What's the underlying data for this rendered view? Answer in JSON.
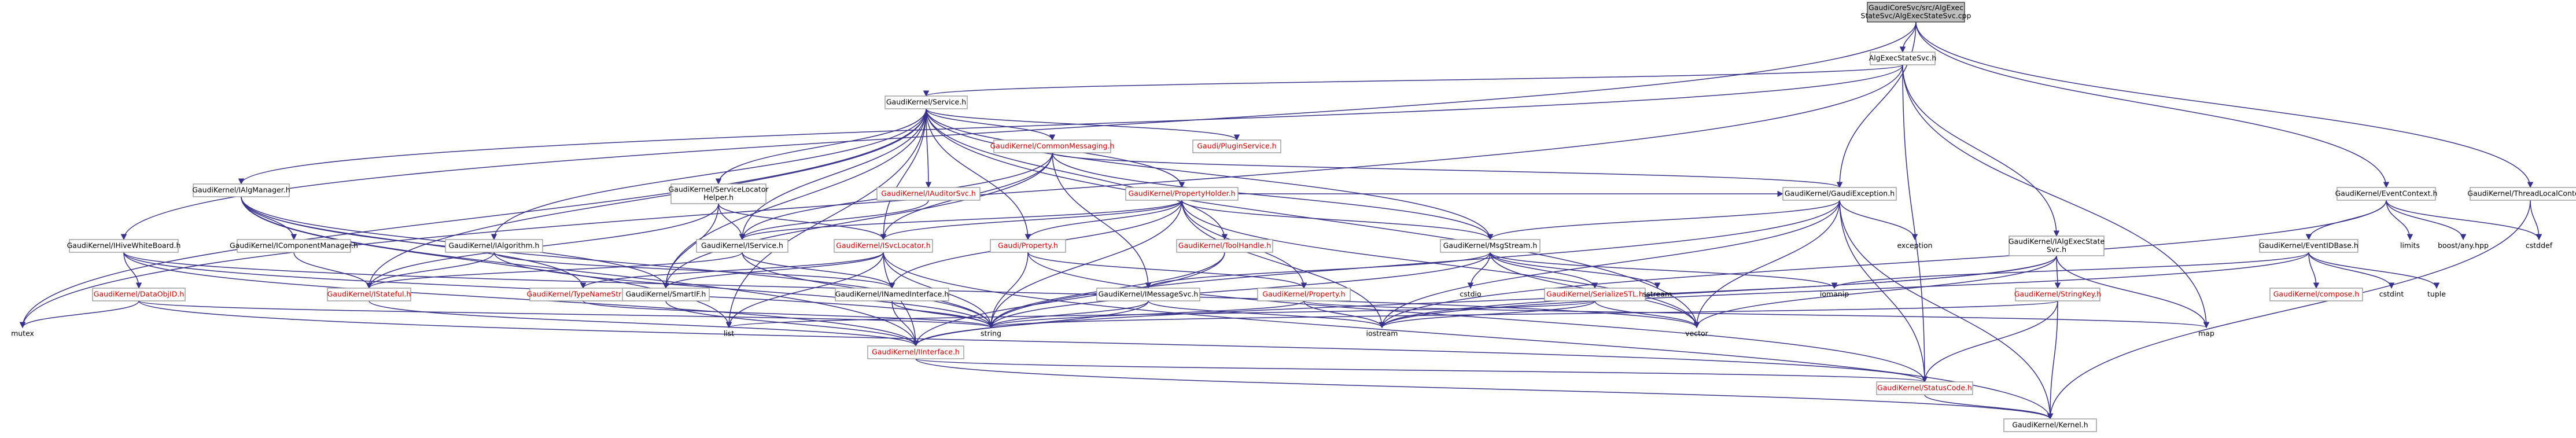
{
  "nodes": [
    {
      "id": "root",
      "lines": [
        "GaudiCoreSvc/src/AlgExec",
        "StateSvc/AlgExecStateSvc.cpp"
      ],
      "style": "root"
    },
    {
      "id": "algexec",
      "lines": [
        "AlgExecStateSvc.h"
      ],
      "style": "plain"
    },
    {
      "id": "service",
      "lines": [
        "GaudiKernel/Service.h"
      ],
      "style": "plain"
    },
    {
      "id": "commonmsg",
      "lines": [
        "GaudiKernel/CommonMessaging.h"
      ],
      "style": "red"
    },
    {
      "id": "pluginsvc",
      "lines": [
        "Gaudi/PluginService.h"
      ],
      "style": "red"
    },
    {
      "id": "ialgmgr",
      "lines": [
        "GaudiKernel/IAlgManager.h"
      ],
      "style": "plain"
    },
    {
      "id": "svclochelper",
      "lines": [
        "GaudiKernel/ServiceLocator",
        "Helper.h"
      ],
      "style": "plain"
    },
    {
      "id": "iauditorsvc",
      "lines": [
        "GaudiKernel/IAuditorSvc.h"
      ],
      "style": "red"
    },
    {
      "id": "propholder",
      "lines": [
        "GaudiKernel/PropertyHolder.h"
      ],
      "style": "red"
    },
    {
      "id": "gaudiexc",
      "lines": [
        "GaudiKernel/GaudiException.h"
      ],
      "style": "plain"
    },
    {
      "id": "eventctx",
      "lines": [
        "GaudiKernel/EventContext.h"
      ],
      "style": "plain"
    },
    {
      "id": "threadlocal",
      "lines": [
        "GaudiKernel/ThreadLocalContext.h"
      ],
      "style": "plain"
    },
    {
      "id": "ihivewb",
      "lines": [
        "GaudiKernel/IHiveWhiteBoard.h"
      ],
      "style": "plain"
    },
    {
      "id": "icompmgr",
      "lines": [
        "GaudiKernel/IComponentManager.h"
      ],
      "style": "plain"
    },
    {
      "id": "ialgorithm",
      "lines": [
        "GaudiKernel/IAlgorithm.h"
      ],
      "style": "plain"
    },
    {
      "id": "iservice",
      "lines": [
        "GaudiKernel/IService.h"
      ],
      "style": "plain"
    },
    {
      "id": "isvclocator",
      "lines": [
        "GaudiKernel/ISvcLocator.h"
      ],
      "style": "red"
    },
    {
      "id": "gaudiprop",
      "lines": [
        "Gaudi/Property.h"
      ],
      "style": "red"
    },
    {
      "id": "toolhandle",
      "lines": [
        "GaudiKernel/ToolHandle.h"
      ],
      "style": "red"
    },
    {
      "id": "msgstream",
      "lines": [
        "GaudiKernel/MsgStream.h"
      ],
      "style": "plain"
    },
    {
      "id": "exception",
      "lines": [
        "exception"
      ],
      "style": "bare"
    },
    {
      "id": "ialgexecstate",
      "lines": [
        "GaudiKernel/IAlgExecState",
        "Svc.h"
      ],
      "style": "plain"
    },
    {
      "id": "eventidbase",
      "lines": [
        "GaudiKernel/EventIDBase.h"
      ],
      "style": "plain"
    },
    {
      "id": "limits",
      "lines": [
        "limits"
      ],
      "style": "bare"
    },
    {
      "id": "boostany",
      "lines": [
        "boost/any.hpp"
      ],
      "style": "bare"
    },
    {
      "id": "cstddef",
      "lines": [
        "cstddef"
      ],
      "style": "bare"
    },
    {
      "id": "dataobjid",
      "lines": [
        "GaudiKernel/DataObjID.h"
      ],
      "style": "red"
    },
    {
      "id": "istateful",
      "lines": [
        "GaudiKernel/IStateful.h"
      ],
      "style": "red"
    },
    {
      "id": "typenamestring",
      "lines": [
        "GaudiKernel/TypeNameString.h"
      ],
      "style": "red"
    },
    {
      "id": "smartif",
      "lines": [
        "GaudiKernel/SmartIF.h"
      ],
      "style": "plain"
    },
    {
      "id": "inamedif",
      "lines": [
        "GaudiKernel/INamedInterface.h"
      ],
      "style": "plain"
    },
    {
      "id": "imessagesvc",
      "lines": [
        "GaudiKernel/IMessageSvc.h"
      ],
      "style": "plain"
    },
    {
      "id": "gkproperty",
      "lines": [
        "GaudiKernel/Property.h"
      ],
      "style": "red"
    },
    {
      "id": "cstdio",
      "lines": [
        "cstdio"
      ],
      "style": "bare"
    },
    {
      "id": "serialize",
      "lines": [
        "GaudiKernel/SerializeSTL.h"
      ],
      "style": "red"
    },
    {
      "id": "sstream",
      "lines": [
        "sstream"
      ],
      "style": "bare"
    },
    {
      "id": "iomanip",
      "lines": [
        "iomanip"
      ],
      "style": "bare"
    },
    {
      "id": "stringkey",
      "lines": [
        "GaudiKernel/StringKey.h"
      ],
      "style": "red"
    },
    {
      "id": "compose",
      "lines": [
        "GaudiKernel/compose.h"
      ],
      "style": "red"
    },
    {
      "id": "cstdint",
      "lines": [
        "cstdint"
      ],
      "style": "bare"
    },
    {
      "id": "tuple",
      "lines": [
        "tuple"
      ],
      "style": "bare"
    },
    {
      "id": "mutex",
      "lines": [
        "mutex"
      ],
      "style": "bare"
    },
    {
      "id": "list",
      "lines": [
        "list"
      ],
      "style": "bare"
    },
    {
      "id": "string",
      "lines": [
        "string"
      ],
      "style": "bare"
    },
    {
      "id": "iostream",
      "lines": [
        "iostream"
      ],
      "style": "bare"
    },
    {
      "id": "vector",
      "lines": [
        "vector"
      ],
      "style": "bare"
    },
    {
      "id": "map",
      "lines": [
        "map"
      ],
      "style": "bare"
    },
    {
      "id": "iinterface",
      "lines": [
        "GaudiKernel/IInterface.h"
      ],
      "style": "red"
    },
    {
      "id": "statuscode",
      "lines": [
        "GaudiKernel/StatusCode.h"
      ],
      "style": "red"
    },
    {
      "id": "kernel",
      "lines": [
        "GaudiKernel/Kernel.h"
      ],
      "style": "plain"
    }
  ],
  "edges": [
    [
      "root",
      "algexec"
    ],
    [
      "root",
      "gaudiexc"
    ],
    [
      "root",
      "eventctx"
    ],
    [
      "root",
      "threadlocal"
    ],
    [
      "root",
      "ihivewb"
    ],
    [
      "algexec",
      "service"
    ],
    [
      "algexec",
      "ialgmgr"
    ],
    [
      "algexec",
      "ialgexecstate"
    ],
    [
      "algexec",
      "map"
    ],
    [
      "algexec",
      "mutex"
    ],
    [
      "algexec",
      "statuscode"
    ],
    [
      "service",
      "commonmsg"
    ],
    [
      "service",
      "pluginsvc"
    ],
    [
      "service",
      "svclochelper"
    ],
    [
      "service",
      "iauditorsvc"
    ],
    [
      "service",
      "propholder"
    ],
    [
      "service",
      "iservice"
    ],
    [
      "service",
      "isvclocator"
    ],
    [
      "service",
      "gaudiprop"
    ],
    [
      "service",
      "toolhandle"
    ],
    [
      "service",
      "istateful"
    ],
    [
      "service",
      "smartif"
    ],
    [
      "service",
      "msgstream"
    ],
    [
      "service",
      "vector"
    ],
    [
      "service",
      "list"
    ],
    [
      "service",
      "mutex"
    ],
    [
      "service",
      "ialgorithm"
    ],
    [
      "commonmsg",
      "imessagesvc"
    ],
    [
      "commonmsg",
      "iservice"
    ],
    [
      "commonmsg",
      "isvclocator"
    ],
    [
      "commonmsg",
      "smartif"
    ],
    [
      "commonmsg",
      "msgstream"
    ],
    [
      "commonmsg",
      "gaudiexc"
    ],
    [
      "ialgmgr",
      "icompmgr"
    ],
    [
      "ialgmgr",
      "typenamestring"
    ],
    [
      "ialgmgr",
      "smartif"
    ],
    [
      "ialgmgr",
      "string"
    ],
    [
      "ialgmgr",
      "list"
    ],
    [
      "ialgmgr",
      "iinterface"
    ],
    [
      "svclochelper",
      "isvclocator"
    ],
    [
      "svclochelper",
      "smartif"
    ],
    [
      "svclochelper",
      "iservice"
    ],
    [
      "svclochelper",
      "istateful"
    ],
    [
      "iauditorsvc",
      "iservice"
    ],
    [
      "propholder",
      "gaudiprop"
    ],
    [
      "propholder",
      "gkproperty"
    ],
    [
      "propholder",
      "msgstream"
    ],
    [
      "propholder",
      "isvclocator"
    ],
    [
      "propholder",
      "inamedif"
    ],
    [
      "propholder",
      "iservice"
    ],
    [
      "propholder",
      "iostream"
    ],
    [
      "propholder",
      "string"
    ],
    [
      "propholder",
      "vector"
    ],
    [
      "propholder",
      "gaudiexc"
    ],
    [
      "gaudiexc",
      "msgstream"
    ],
    [
      "gaudiexc",
      "statuscode"
    ],
    [
      "gaudiexc",
      "exception"
    ],
    [
      "gaudiexc",
      "kernel"
    ],
    [
      "gaudiexc",
      "iostream"
    ],
    [
      "gaudiexc",
      "string"
    ],
    [
      "gaudiexc",
      "vector"
    ],
    [
      "eventctx",
      "eventidbase"
    ],
    [
      "eventctx",
      "limits"
    ],
    [
      "eventctx",
      "boostany"
    ],
    [
      "eventctx",
      "cstddef"
    ],
    [
      "eventctx",
      "iostream"
    ],
    [
      "threadlocal",
      "cstddef"
    ],
    [
      "threadlocal",
      "kernel"
    ],
    [
      "ihivewb",
      "dataobjid"
    ],
    [
      "ihivewb",
      "iinterface"
    ],
    [
      "ihivewb",
      "string"
    ],
    [
      "ihivewb",
      "vector"
    ],
    [
      "dataobjid",
      "mutex"
    ],
    [
      "dataobjid",
      "string"
    ],
    [
      "dataobjid",
      "statuscode"
    ],
    [
      "icompmgr",
      "istateful"
    ],
    [
      "ialgorithm",
      "istateful"
    ],
    [
      "ialgorithm",
      "inamedif"
    ],
    [
      "ialgorithm",
      "string"
    ],
    [
      "iservice",
      "istateful"
    ],
    [
      "iservice",
      "inamedif"
    ],
    [
      "iservice",
      "string"
    ],
    [
      "isvclocator",
      "typenamestring"
    ],
    [
      "isvclocator",
      "smartif"
    ],
    [
      "isvclocator",
      "iinterface"
    ],
    [
      "isvclocator",
      "string"
    ],
    [
      "isvclocator",
      "list"
    ],
    [
      "isvclocator",
      "kernel"
    ],
    [
      "gaudiprop",
      "gkproperty"
    ],
    [
      "gaudiprop",
      "string"
    ],
    [
      "gaudiprop",
      "statuscode"
    ],
    [
      "toolhandle",
      "iinterface"
    ],
    [
      "toolhandle",
      "string"
    ],
    [
      "msgstream",
      "imessagesvc"
    ],
    [
      "msgstream",
      "serialize"
    ],
    [
      "msgstream",
      "cstdio"
    ],
    [
      "msgstream",
      "sstream"
    ],
    [
      "msgstream",
      "iomanip"
    ],
    [
      "msgstream",
      "string"
    ],
    [
      "msgstream",
      "vector"
    ],
    [
      "ialgexecstate",
      "stringkey"
    ],
    [
      "ialgexecstate",
      "iinterface"
    ],
    [
      "ialgexecstate",
      "iostream"
    ],
    [
      "ialgexecstate",
      "vector"
    ],
    [
      "ialgexecstate",
      "map"
    ],
    [
      "eventidbase",
      "compose"
    ],
    [
      "eventidbase",
      "cstdint"
    ],
    [
      "eventidbase",
      "tuple"
    ],
    [
      "eventidbase",
      "iomanip"
    ],
    [
      "eventidbase",
      "iostream"
    ],
    [
      "istateful",
      "iinterface"
    ],
    [
      "typenamestring",
      "string"
    ],
    [
      "smartif",
      "iinterface"
    ],
    [
      "inamedif",
      "iinterface"
    ],
    [
      "inamedif",
      "string"
    ],
    [
      "imessagesvc",
      "iinterface"
    ],
    [
      "imessagesvc",
      "iostream"
    ],
    [
      "imessagesvc",
      "string"
    ],
    [
      "gkproperty",
      "map"
    ],
    [
      "gkproperty",
      "string"
    ],
    [
      "gkproperty",
      "iostream"
    ],
    [
      "serialize",
      "vector"
    ],
    [
      "serialize",
      "list"
    ],
    [
      "serialize",
      "iostream"
    ],
    [
      "stringkey",
      "string"
    ],
    [
      "stringkey",
      "statuscode"
    ],
    [
      "stringkey",
      "kernel"
    ],
    [
      "iinterface",
      "statuscode"
    ],
    [
      "iinterface",
      "kernel"
    ],
    [
      "statuscode",
      "kernel"
    ]
  ]
}
